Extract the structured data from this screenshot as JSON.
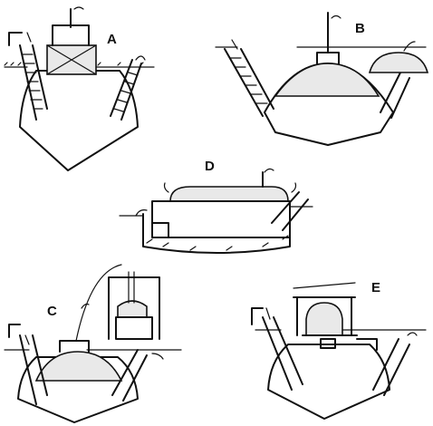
{
  "labels": {
    "A": "A",
    "B": "B",
    "C": "C",
    "D": "D",
    "E": "E"
  },
  "colors": {
    "ink": "#111111",
    "gas": "#e9e9e9",
    "background": "#ffffff"
  }
}
